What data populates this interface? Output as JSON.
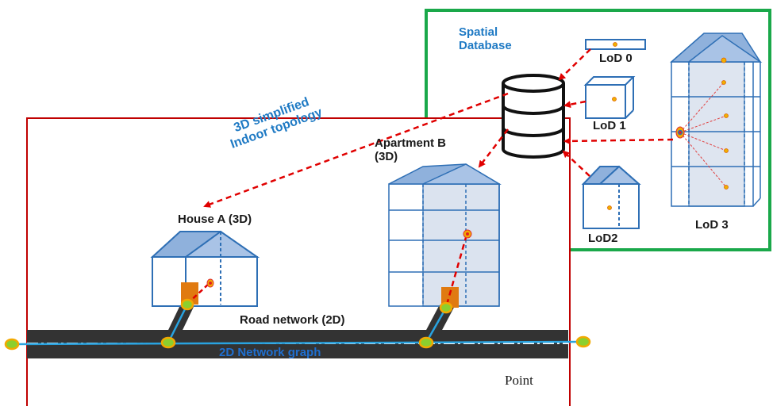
{
  "labels": {
    "spatial_database": "Spatial\nDatabase",
    "lod0": "LoD 0",
    "lod1": "LoD 1",
    "lod2": "LoD2",
    "lod3": "LoD 3",
    "apartment_b": "Apartment B\n(3D)",
    "house_a": "House A (3D)",
    "indoor_topology": "3D simplified\nIndoor topology",
    "road_network": "Road network (2D)",
    "network_graph": "2D Network graph",
    "point": "Point"
  },
  "colors": {
    "database_frame": "#1aa84a",
    "scene_frame": "#c00000",
    "building_edge": "#2e6fb5",
    "roof_fill": "#8fb1dc",
    "core_fill": "#d3ddec",
    "link_dash": "#e00000",
    "road": "#333333",
    "graph_line": "#29a3e0",
    "node_fill": "#8ccf2e",
    "node_ring": "#f2a900",
    "door": "#e07a10",
    "text_blue": "#1f7ac4"
  }
}
